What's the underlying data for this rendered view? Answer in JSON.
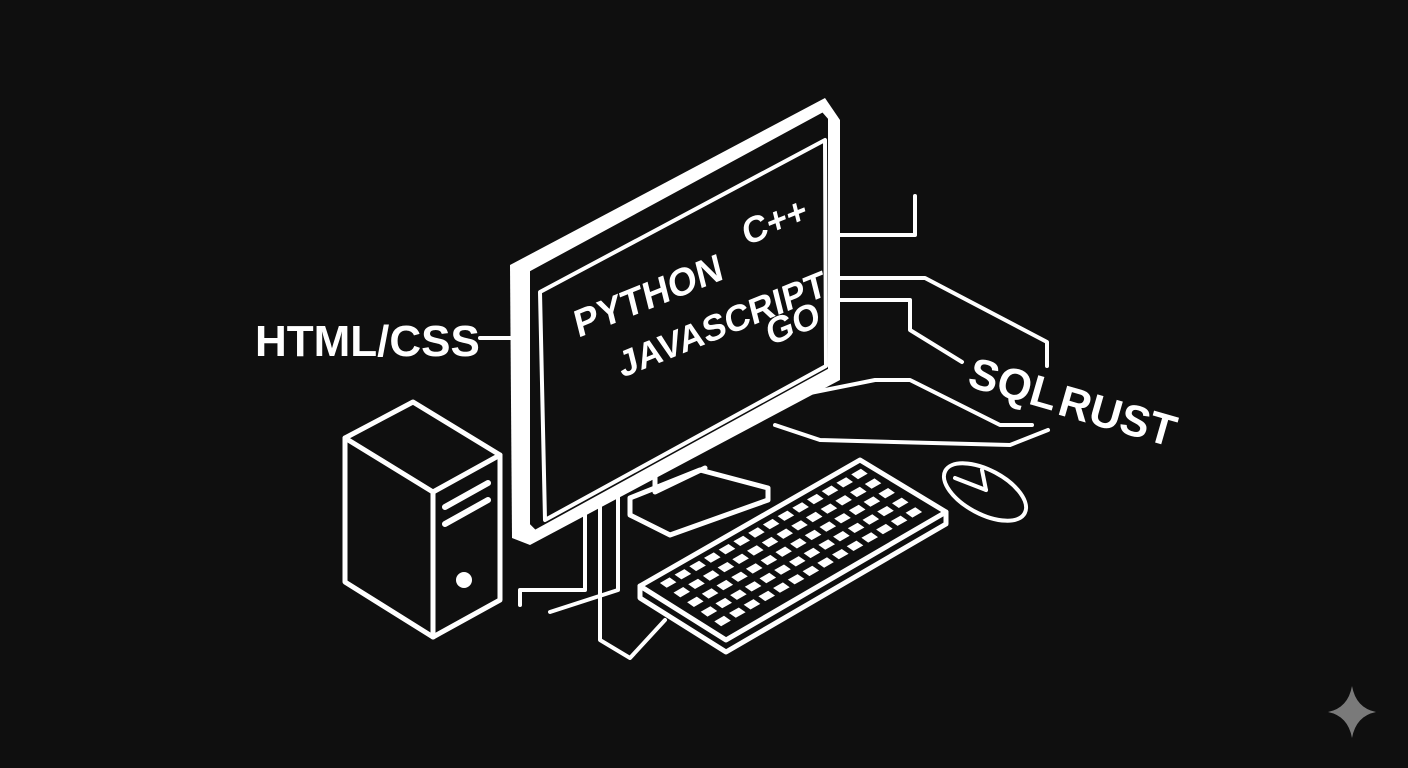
{
  "colors": {
    "background": "#0f0f0f",
    "foreground": "#ffffff",
    "accent_mark": "#7a7a7a"
  },
  "labels": {
    "html_css": "HTML/CSS",
    "python": "PYTHON",
    "cpp": "C++",
    "javascript": "JAVASCRIPT",
    "go": "GO",
    "sql": "SQL",
    "rust": "RUST"
  },
  "icons": [
    "computer-tower-icon",
    "monitor-icon",
    "keyboard-icon",
    "mouse-icon",
    "sparkle-icon"
  ]
}
